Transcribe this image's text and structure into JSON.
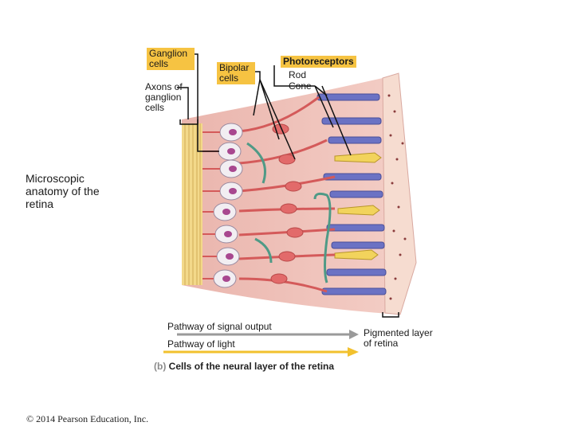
{
  "labels": {
    "ganglion_cells": "Ganglion cells",
    "axons": "Axons of ganglion cells",
    "bipolar_cells": "Bipolar cells",
    "photoreceptors": "Photoreceptors",
    "rod": "Rod",
    "cone": "Cone",
    "microscopic": "Microscopic anatomy of the retina",
    "signal_output": "Pathway of signal output",
    "light": "Pathway of light",
    "pigmented": "Pigmented layer of retina"
  },
  "caption": {
    "letter": "(b)",
    "text": "Cells of the neural layer of the retina"
  },
  "copyright": "© 2014 Pearson Education, Inc.",
  "colors": {
    "tissue": "#f0c2ba",
    "axon_band": "#f3d98a",
    "cell_body": "#f2eef2",
    "nucleus": "#a8478f",
    "bipolar": "#e26a6a",
    "rod": "#6b72c4",
    "cone": "#f2d35c",
    "horizontal": "#4f9a86",
    "pigment": "#f6dcd0",
    "label_box": "#f6c342",
    "arrow_output": "#9a9a9a",
    "arrow_light": "#f2c12e"
  }
}
